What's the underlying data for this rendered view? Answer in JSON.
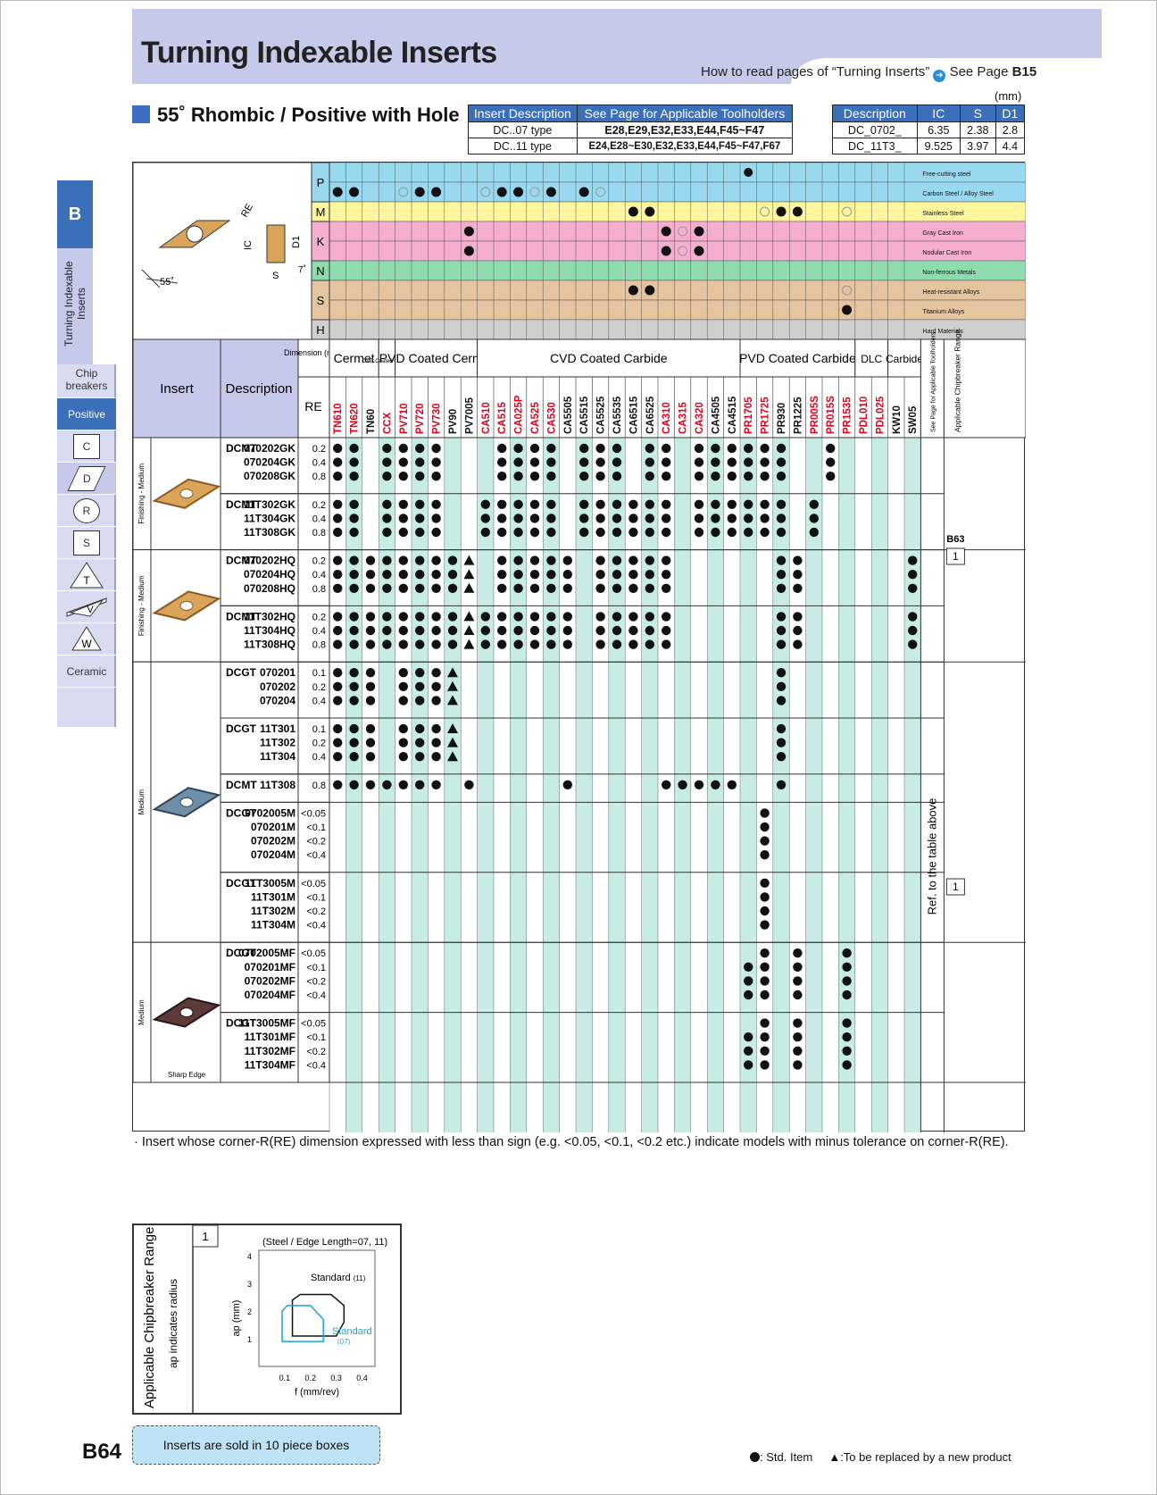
{
  "page": {
    "title": "Turning Indexable Inserts",
    "howto_prefix": "How to read pages of “Turning Inserts”",
    "howto_see": "See Page",
    "howto_page": "B15",
    "subtitle": "Rhombic / Positive with Hole",
    "subtitle_angle": "55˚",
    "unit": "(mm)",
    "page_number": "B64",
    "note": "· Insert whose corner-R(RE) dimension expressed with less than sign (e.g. <0.05, <0.1, <0.2 etc.) indicate models with minus tolerance on corner-R(RE).",
    "sold": "Inserts are sold in 10 piece boxes",
    "legend_std": ": Std. Item",
    "legend_tri": ":To be replaced by a new product"
  },
  "holder_table": {
    "headers": [
      "Insert Description",
      "See Page for Applicable Toolholders"
    ],
    "rows": [
      [
        "DC..07 type",
        "E28,E29,E32,E33,E44,F45~F47"
      ],
      [
        "DC..11 type",
        "E24,E28~E30,E32,E33,E44,F45~F47,F67"
      ]
    ]
  },
  "dim_table": {
    "headers": [
      "Description",
      "IC",
      "S",
      "D1"
    ],
    "rows": [
      [
        "DC_0702_",
        "6.35",
        "2.38",
        "2.8"
      ],
      [
        "DC_11T3_",
        "9.525",
        "3.97",
        "4.4"
      ]
    ]
  },
  "sidebar": {
    "letter": "B",
    "section": "Turning Indexable Inserts",
    "items": [
      "Chip breakers",
      "Positive",
      "C",
      "D",
      "R",
      "S",
      "T",
      "V",
      "W",
      "Ceramic"
    ]
  },
  "drawing_labels": {
    "re": "RE",
    "ic": "IC",
    "d1": "D1",
    "s": "S",
    "angle55": "55˚",
    "angle7": "7˚"
  },
  "materials": [
    {
      "code": "P",
      "name": "Free-cutting steel"
    },
    {
      "code": "",
      "name": "Carbon Steel / Alloy Steel"
    },
    {
      "code": "M",
      "name": "Stainless Steel"
    },
    {
      "code": "K",
      "name": "Gray Cast Iron"
    },
    {
      "code": "",
      "name": "Nodular Cast Iron"
    },
    {
      "code": "N",
      "name": "Non-ferrous Metals"
    },
    {
      "code": "S",
      "name": "Heat-resistant Alloys"
    },
    {
      "code": "",
      "name": "Titanium Alloys"
    },
    {
      "code": "H",
      "name": "Hard Materials"
    }
  ],
  "header_labels": {
    "dimension": "Dimension (mm)",
    "insert": "Insert",
    "description": "Description",
    "re": "RE",
    "see_page": "See Page for Applicable Toolholders",
    "chipbreaker": "Applicable Chipbreaker Range",
    "ref": "Ref. to the table above",
    "b63": "B63",
    "range1": "1",
    "sharp_edge": "Sharp Edge",
    "finishing_medium": "Finishing - Medium",
    "medium": "Medium"
  },
  "groups": [
    {
      "label": "Cermet",
      "count": 3
    },
    {
      "label": "CVD Coated Cermet",
      "count": 1
    },
    {
      "label": "PVD Coated Cermet",
      "count": 5
    },
    {
      "label": "CVD Coated Carbide",
      "count": 16
    },
    {
      "label": "PVD Coated Carbide",
      "count": 7
    },
    {
      "label": "DLC",
      "count": 2
    },
    {
      "label": "Carbide",
      "count": 2
    }
  ],
  "grades": [
    {
      "name": "TN610",
      "c": "#e0001a"
    },
    {
      "name": "TN620",
      "c": "#e0001a"
    },
    {
      "name": "TN60",
      "c": "#111111"
    },
    {
      "name": "CCX",
      "c": "#e0001a"
    },
    {
      "name": "PV710",
      "c": "#e0001a"
    },
    {
      "name": "PV720",
      "c": "#e0001a"
    },
    {
      "name": "PV730",
      "c": "#e0001a"
    },
    {
      "name": "PV90",
      "c": "#111111"
    },
    {
      "name": "PV7005",
      "c": "#111111"
    },
    {
      "name": "CA510",
      "c": "#e0001a"
    },
    {
      "name": "CA515",
      "c": "#e0001a"
    },
    {
      "name": "CA025P",
      "c": "#e0001a"
    },
    {
      "name": "CA525",
      "c": "#e0001a"
    },
    {
      "name": "CA530",
      "c": "#e0001a"
    },
    {
      "name": "CA5505",
      "c": "#111111"
    },
    {
      "name": "CA5515",
      "c": "#111111"
    },
    {
      "name": "CA5525",
      "c": "#111111"
    },
    {
      "name": "CA5535",
      "c": "#111111"
    },
    {
      "name": "CA6515",
      "c": "#111111"
    },
    {
      "name": "CA6525",
      "c": "#111111"
    },
    {
      "name": "CA310",
      "c": "#e0001a"
    },
    {
      "name": "CA315",
      "c": "#e0001a"
    },
    {
      "name": "CA320",
      "c": "#e0001a"
    },
    {
      "name": "CA4505",
      "c": "#111111"
    },
    {
      "name": "CA4515",
      "c": "#111111"
    },
    {
      "name": "PR1705",
      "c": "#e0001a"
    },
    {
      "name": "PR1725",
      "c": "#e0001a"
    },
    {
      "name": "PR930",
      "c": "#111111"
    },
    {
      "name": "PR1225",
      "c": "#111111"
    },
    {
      "name": "PR005S",
      "c": "#e0001a"
    },
    {
      "name": "PR015S",
      "c": "#e0001a"
    },
    {
      "name": "PR1535",
      "c": "#e0001a"
    },
    {
      "name": "PDL010",
      "c": "#e0001a"
    },
    {
      "name": "PDL025",
      "c": "#e0001a"
    },
    {
      "name": "KW10",
      "c": "#111111"
    },
    {
      "name": "SW05",
      "c": "#111111"
    }
  ],
  "sections": [
    {
      "range": "Finishing - Medium",
      "blocks": [
        {
          "prefix": "DCMT",
          "rows": [
            [
              "070202GK",
              "0.2"
            ],
            [
              "070204GK",
              "0.4"
            ],
            [
              "070208GK",
              "0.8"
            ]
          ],
          "marks": "110111100011110111011011111100100000100000"
        },
        {
          "prefix": "DCMT",
          "rows": [
            [
              "11T302GK",
              "0.2"
            ],
            [
              "11T304GK",
              "0.4"
            ],
            [
              "11T308GK",
              "0.8"
            ]
          ],
          "marks": "110111100111110111111011111101000000100000"
        }
      ]
    },
    {
      "range": "Finishing - Medium",
      "blocks": [
        {
          "prefix": "DCMT",
          "rows": [
            [
              "070202HQ",
              "0.2"
            ],
            [
              "070204HQ",
              "0.4"
            ],
            [
              "070208HQ",
              "0.8"
            ]
          ],
          "marks": "11111111301111101111100000011000000100000"
        },
        {
          "prefix": "DCMT",
          "rows": [
            [
              "11T302HQ",
              "0.2"
            ],
            [
              "11T304HQ",
              "0.4"
            ],
            [
              "11T308HQ",
              "0.8"
            ]
          ],
          "marks": "11111111311111101111100000011000000100000"
        }
      ]
    },
    {
      "range": "Medium",
      "blocks": [
        {
          "prefix": "DCGT",
          "rows": [
            [
              "070201",
              "0.1"
            ],
            [
              "070202",
              "0.2"
            ],
            [
              "070204",
              "0.4"
            ]
          ],
          "marks": "s1"
        },
        {
          "prefix": "DCGT",
          "rows": [
            [
              "11T301",
              "0.1"
            ],
            [
              "11T302",
              "0.2"
            ],
            [
              "11T304",
              "0.4"
            ]
          ],
          "marks": "s1"
        },
        {
          "prefix": "DCMT",
          "rows": [
            [
              "11T308",
              "0.8"
            ]
          ],
          "marks": "s2"
        },
        {
          "prefix": "DCGT",
          "rows": [
            [
              "0702005M",
              "<0.05"
            ],
            [
              "070201M",
              "<0.1"
            ],
            [
              "070202M",
              "<0.2"
            ],
            [
              "070204M",
              "<0.4"
            ]
          ],
          "marks": "s3"
        },
        {
          "prefix": "DCGT",
          "rows": [
            [
              "11T3005M",
              "<0.05"
            ],
            [
              "11T301M",
              "<0.1"
            ],
            [
              "11T302M",
              "<0.2"
            ],
            [
              "11T304M",
              "<0.4"
            ]
          ],
          "marks": "s3"
        }
      ]
    },
    {
      "range": "Medium",
      "blocks": [
        {
          "prefix": "DCGT",
          "rows": [
            [
              "0702005MF",
              "<0.05"
            ],
            [
              "070201MF",
              "<0.1"
            ],
            [
              "070202MF",
              "<0.2"
            ],
            [
              "070204MF",
              "<0.4"
            ]
          ],
          "marks": "s4"
        },
        {
          "prefix": "DCGT",
          "rows": [
            [
              "11T3005MF",
              "<0.05"
            ],
            [
              "11T301MF",
              "<0.1"
            ],
            [
              "11T302MF",
              "<0.2"
            ],
            [
              "11T304MF",
              "<0.4"
            ]
          ],
          "marks": "s4"
        }
      ]
    }
  ],
  "chipbreaker": {
    "title": "Applicable Chipbreaker Range",
    "sub": "ap indicates radius",
    "id": "1",
    "caption": "(Steel / Edge Length=07, 11)",
    "ylabel": "ap (mm)",
    "xlabel": "f (mm/rev)",
    "yticks": [
      "1",
      "2",
      "3",
      "4"
    ],
    "xticks": [
      "0.1",
      "0.2",
      "0.3",
      "0.4"
    ],
    "std11": "Standard",
    "std11_sub": "(11)",
    "std07": "Standard",
    "std07_sub": "(07)"
  }
}
